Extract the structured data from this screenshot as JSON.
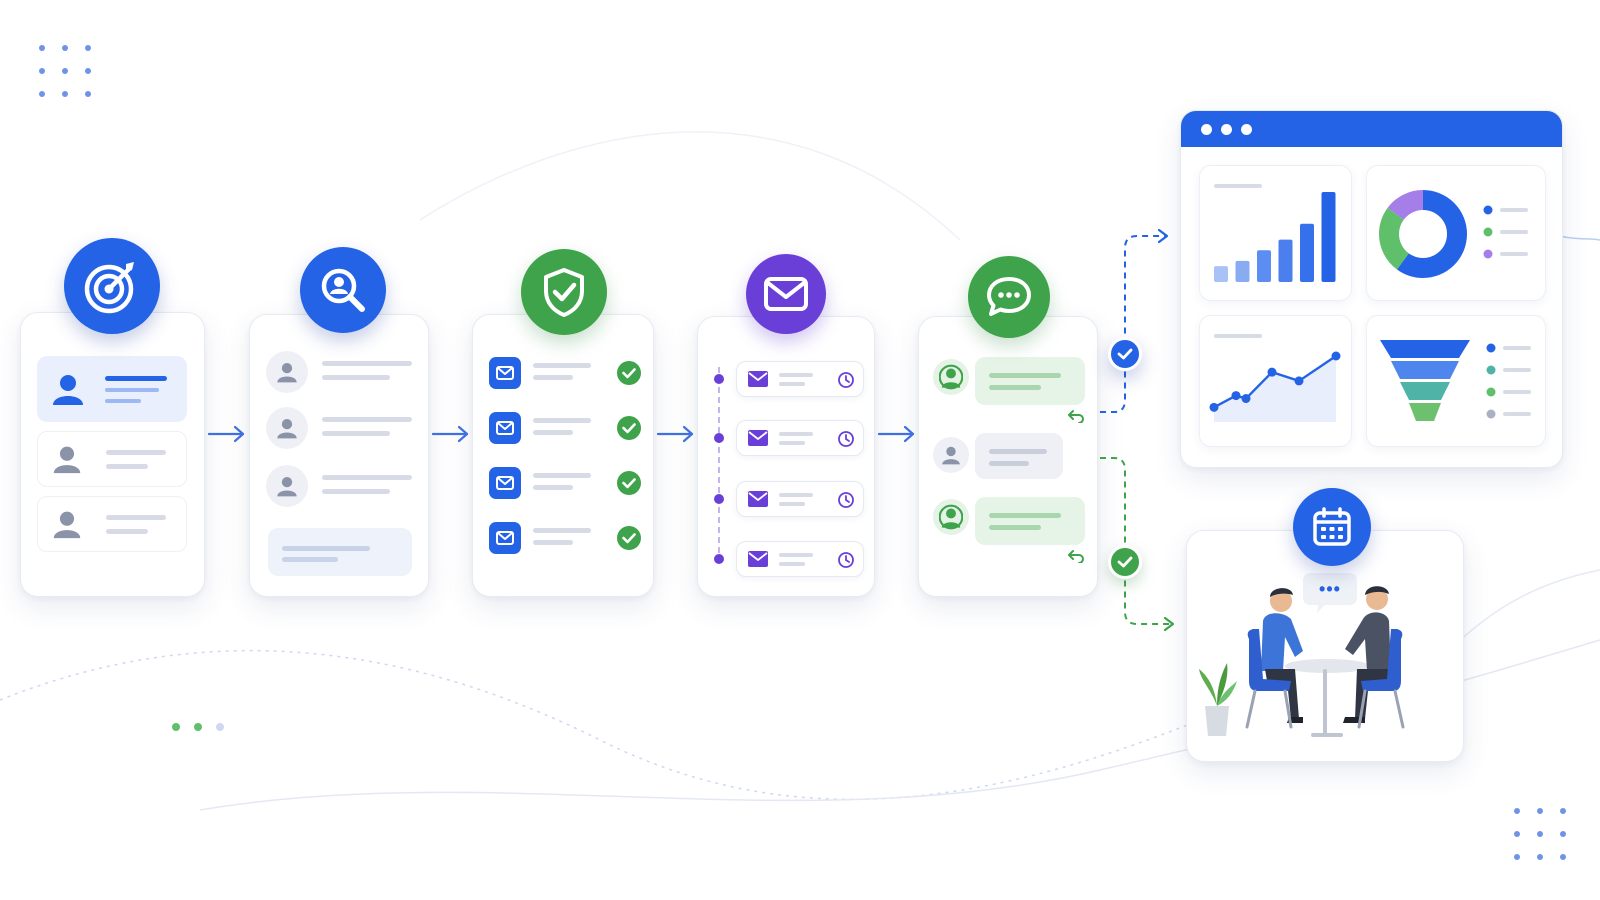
{
  "colors": {
    "blue": "#2463e6",
    "blue_light": "#5b8df2",
    "green": "#3ea34a",
    "purple": "#6a3fd8",
    "gray_person": "#8a93a8",
    "line_gray": "#d6dbe6",
    "highlight_blue": "#e9effd"
  },
  "icons": {
    "stage_1": "target-icon",
    "stage_2": "search-person-icon",
    "stage_3": "shield-check-icon",
    "stage_4": "envelope-icon",
    "stage_5": "chat-bubble-icon",
    "meeting": "calendar-icon"
  },
  "dashboard": {
    "bar_chart": {
      "values": [
        3,
        4,
        6,
        8,
        11,
        17
      ]
    },
    "donut_chart": {
      "segments": [
        0.6,
        0.25,
        0.15
      ],
      "segment_colors": [
        "#2463e6",
        "#5fbf6a",
        "#a57ee8"
      ]
    },
    "line_chart": {
      "values": [
        1.0,
        1.8,
        1.6,
        3.4,
        2.8,
        4.5
      ]
    },
    "funnel_chart": {
      "levels": 4,
      "level_colors": [
        "#2463e6",
        "#4e86ee",
        "#4fb3a8",
        "#6cc06e"
      ]
    }
  },
  "meeting_bubble": "•••"
}
